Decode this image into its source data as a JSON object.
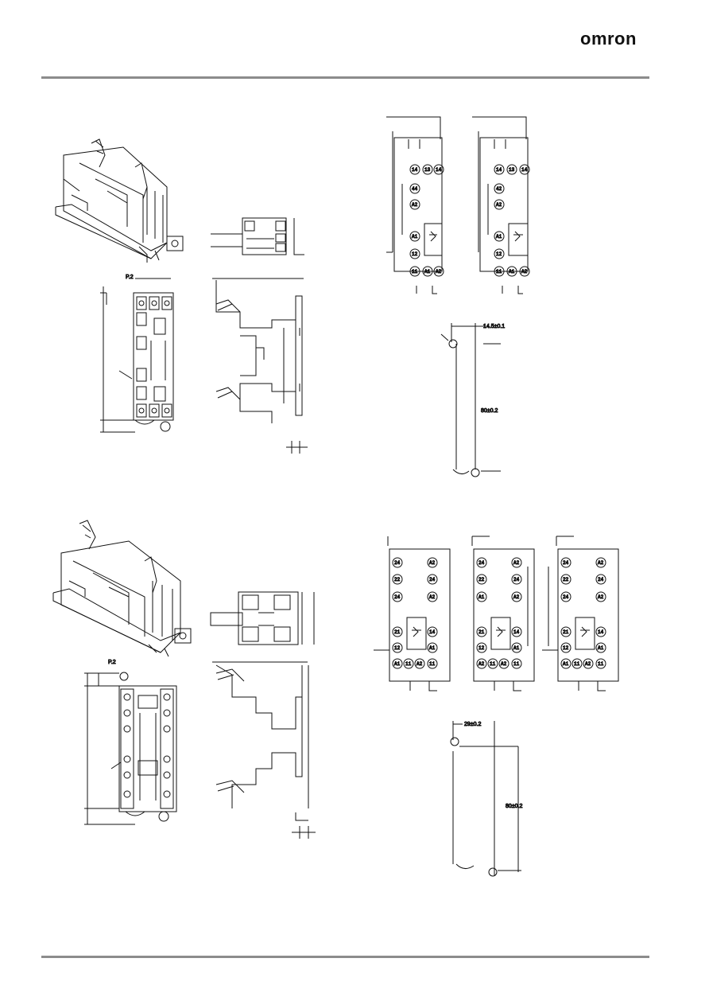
{
  "header": {
    "brand": "omron"
  },
  "drawings": {
    "top_base": {
      "pitch_label": "P.2"
    },
    "top_mount": {
      "width_label": "14.5±0.1",
      "height_label": "80±0.2"
    },
    "bottom_base": {
      "pitch_label": "P.2"
    },
    "bottom_mount": {
      "width_label": "29±0.2",
      "height_label": "80±0.2"
    }
  },
  "terminals": {
    "top_a": [
      "14",
      "13",
      "14",
      "44",
      "A2",
      "A1",
      "12",
      "11",
      "A1",
      "A2"
    ],
    "top_b": [
      "14",
      "13",
      "14",
      "42",
      "A2",
      "A1",
      "12",
      "11",
      "A1",
      "A2"
    ],
    "bot_a": [
      "24",
      "A2",
      "22",
      "24",
      "24",
      "A2",
      "21",
      "14",
      "12",
      "A1",
      "A1",
      "11",
      "A2",
      "11"
    ],
    "bot_b": [
      "24",
      "A2",
      "22",
      "24",
      "A1",
      "A2",
      "21",
      "14",
      "12",
      "A1",
      "A2",
      "11",
      "A2",
      "11"
    ],
    "bot_c": [
      "24",
      "A2",
      "22",
      "24",
      "24",
      "A2",
      "21",
      "14",
      "12",
      "A1",
      "A1",
      "11",
      "A2",
      "11"
    ]
  }
}
